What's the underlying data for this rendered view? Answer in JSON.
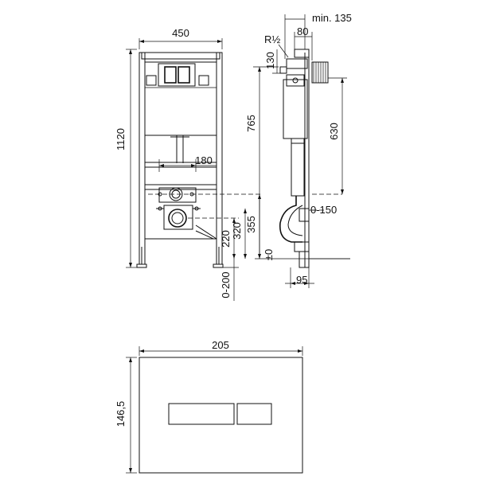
{
  "dimensions": {
    "frame_width": "450",
    "frame_height": "1120",
    "pipe_spacing": "180",
    "actuator_height": "765",
    "inlet_height": "355",
    "drain_height_320": "320",
    "drain_height_220": "220",
    "foot_adjust": "0-200",
    "zero_level": "±0",
    "min_depth": "min. 135",
    "depth_80": "80",
    "thread": "R½",
    "offset_130": "130",
    "offset_630": "630",
    "adjust_0_150": "0-150",
    "depth_95": "95",
    "plate_width": "205",
    "plate_height": "146,5"
  }
}
